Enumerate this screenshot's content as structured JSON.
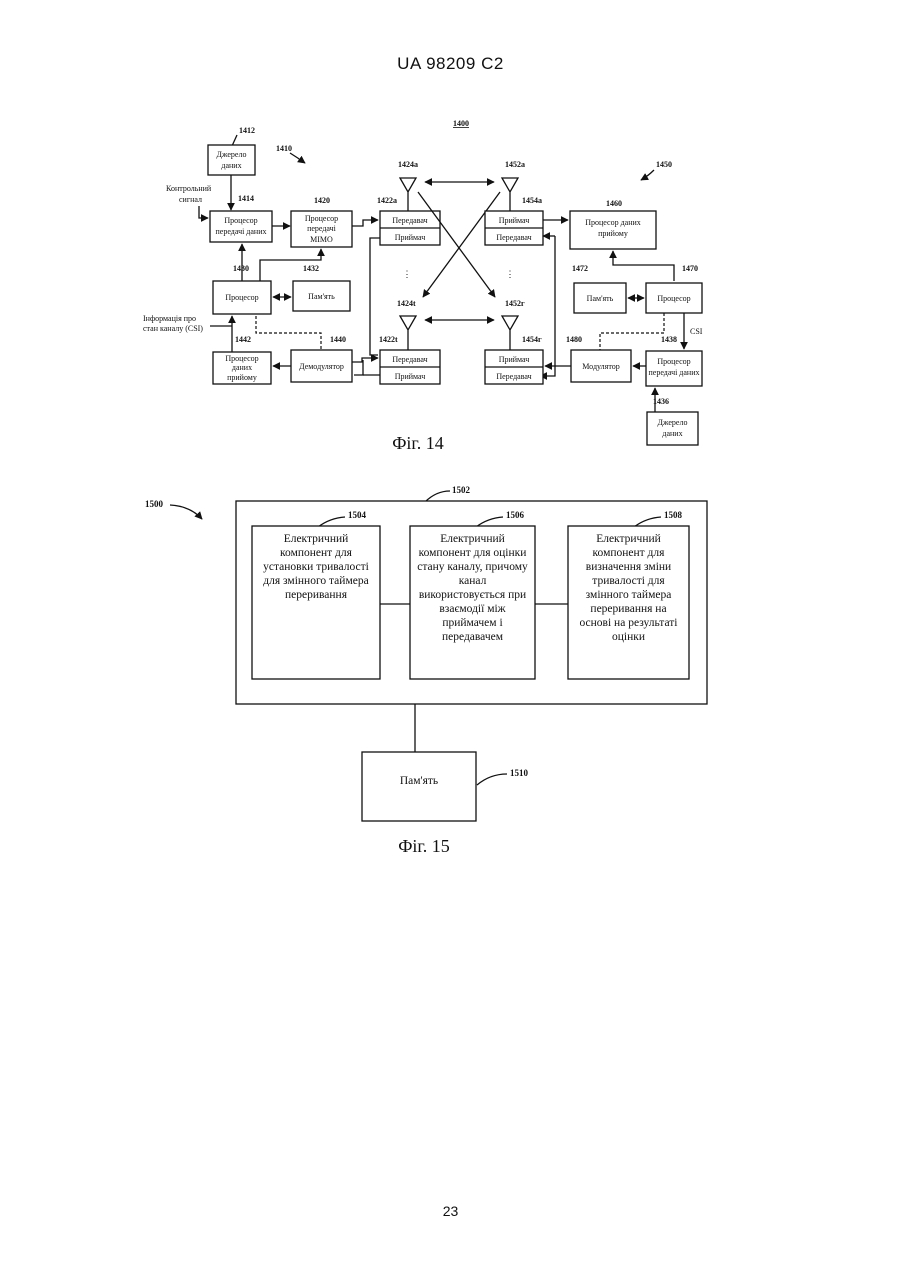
{
  "header": {
    "text": "UA   98209   C2"
  },
  "page_number": "23",
  "fig14": {
    "caption": "Фіг. 14",
    "refs": {
      "r1400": "1400",
      "r1410": "1410",
      "r1450": "1450",
      "r1412": "1412",
      "r1414": "1414",
      "r1420": "1420",
      "r1422a": "1422а",
      "r1424a": "1424а",
      "r1452a": "1452а",
      "r1454a": "1454а",
      "r1460": "1460",
      "r1430": "1430",
      "r1432": "1432",
      "r1424t": "1424t",
      "r1452r": "1452г",
      "r1472": "1472",
      "r1470": "1470",
      "r1442": "1442",
      "r1440": "1440",
      "r1422t": "1422t",
      "r1454r": "1454г",
      "r1480": "1480",
      "r1438": "1438",
      "r1436": "1436"
    },
    "labels": {
      "data_source_left_1": "Джерело",
      "data_source_left_2": "даних",
      "control_signal_1": "Контрольний",
      "control_signal_2": "сигнал",
      "tx_data_proc_1": "Процесор",
      "tx_data_proc_2": "передачі даних",
      "mimo_proc_1": "Процесор",
      "mimo_proc_2": "передачі",
      "mimo_proc_3": "MIMO",
      "transmitter": "Передавач",
      "receiver": "Приймач",
      "processor": "Процесор",
      "memory": "Пам'ять",
      "csi_info_1": "Інформація про",
      "csi_info_2": "стан каналу (CSI)",
      "rx_data_proc_1": "Процесор",
      "rx_data_proc_2": "даних",
      "rx_data_proc_3": "прийому",
      "demodulator": "Демодулятор",
      "rx_data_proc_right_1": "Процесор даних",
      "rx_data_proc_right_2": "прийому",
      "csi": "CSI",
      "modulator": "Модулятор",
      "tx_data_proc_right_1": "Процесор",
      "tx_data_proc_right_2": "передачі даних",
      "data_source_right_1": "Джерело",
      "data_source_right_2": "даних",
      "dots": "⋮"
    }
  },
  "fig15": {
    "caption": "Фіг. 15",
    "refs": {
      "r1500": "1500",
      "r1502": "1502",
      "r1504": "1504",
      "r1506": "1506",
      "r1508": "1508",
      "r1510": "1510"
    },
    "comp1504": [
      "Електричний",
      "компонент для",
      "установки тривалості",
      "для змінного таймера",
      "переривання"
    ],
    "comp1506": [
      "Електричний",
      "компонент для оцінки",
      "стану каналу, причому",
      "канал",
      "використовується при",
      "взаємодії між",
      "приймачем і",
      "передавачем"
    ],
    "comp1508": [
      "Електричний",
      "компонент для",
      "визначення зміни",
      "тривалості для",
      "змінного таймера",
      "переривання на",
      "основі на результаті",
      "оцінки"
    ],
    "memory": "Пам'ять"
  }
}
